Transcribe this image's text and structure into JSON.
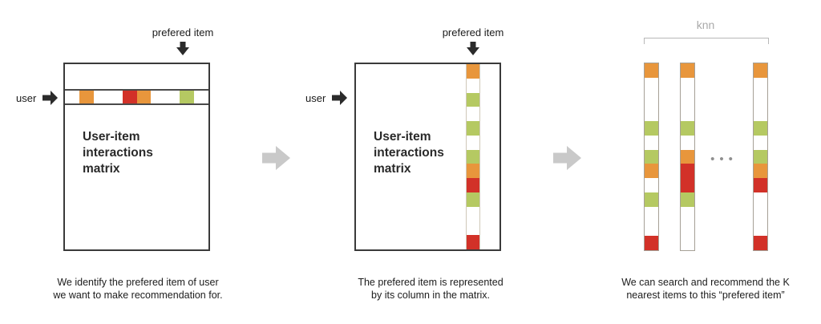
{
  "colors": {
    "orange": "#e8963c",
    "red": "#d23128",
    "green": "#b5c962",
    "white": "#ffffff"
  },
  "panels": [
    {
      "pointer_label": "prefered item",
      "user_label": "user",
      "matrix_label": [
        "User-item",
        "interactions",
        "matrix"
      ],
      "user_row": [
        "white",
        "orange",
        "white",
        "white",
        "red",
        "orange",
        "white",
        "white",
        "green",
        "white"
      ],
      "caption": [
        "We identify the prefered item of user",
        "we want to make recommendation for."
      ]
    },
    {
      "pointer_label": "prefered item",
      "user_label": "user",
      "matrix_label": [
        "User-item",
        "interactions",
        "matrix"
      ],
      "preferred_column": [
        "orange",
        "white",
        "green",
        "white",
        "green",
        "white",
        "green",
        "orange",
        "red",
        "green",
        "white",
        "white",
        "red"
      ],
      "caption": [
        "The prefered item is represented",
        "by its column in the matrix."
      ]
    },
    {
      "knn_label": "knn",
      "ellipsis": "•••",
      "columns": [
        [
          "orange",
          "white",
          "white",
          "white",
          "green",
          "white",
          "green",
          "orange",
          "white",
          "green",
          "white",
          "white",
          "red"
        ],
        [
          "orange",
          "white",
          "white",
          "white",
          "green",
          "white",
          "orange",
          "red",
          "red",
          "green",
          "white",
          "white",
          "white"
        ],
        [
          "orange",
          "white",
          "white",
          "white",
          "green",
          "white",
          "green",
          "orange",
          "red",
          "white",
          "white",
          "white",
          "red"
        ]
      ],
      "caption": [
        "We can search and recommend the K",
        "nearest items to this “prefered item”"
      ]
    }
  ]
}
